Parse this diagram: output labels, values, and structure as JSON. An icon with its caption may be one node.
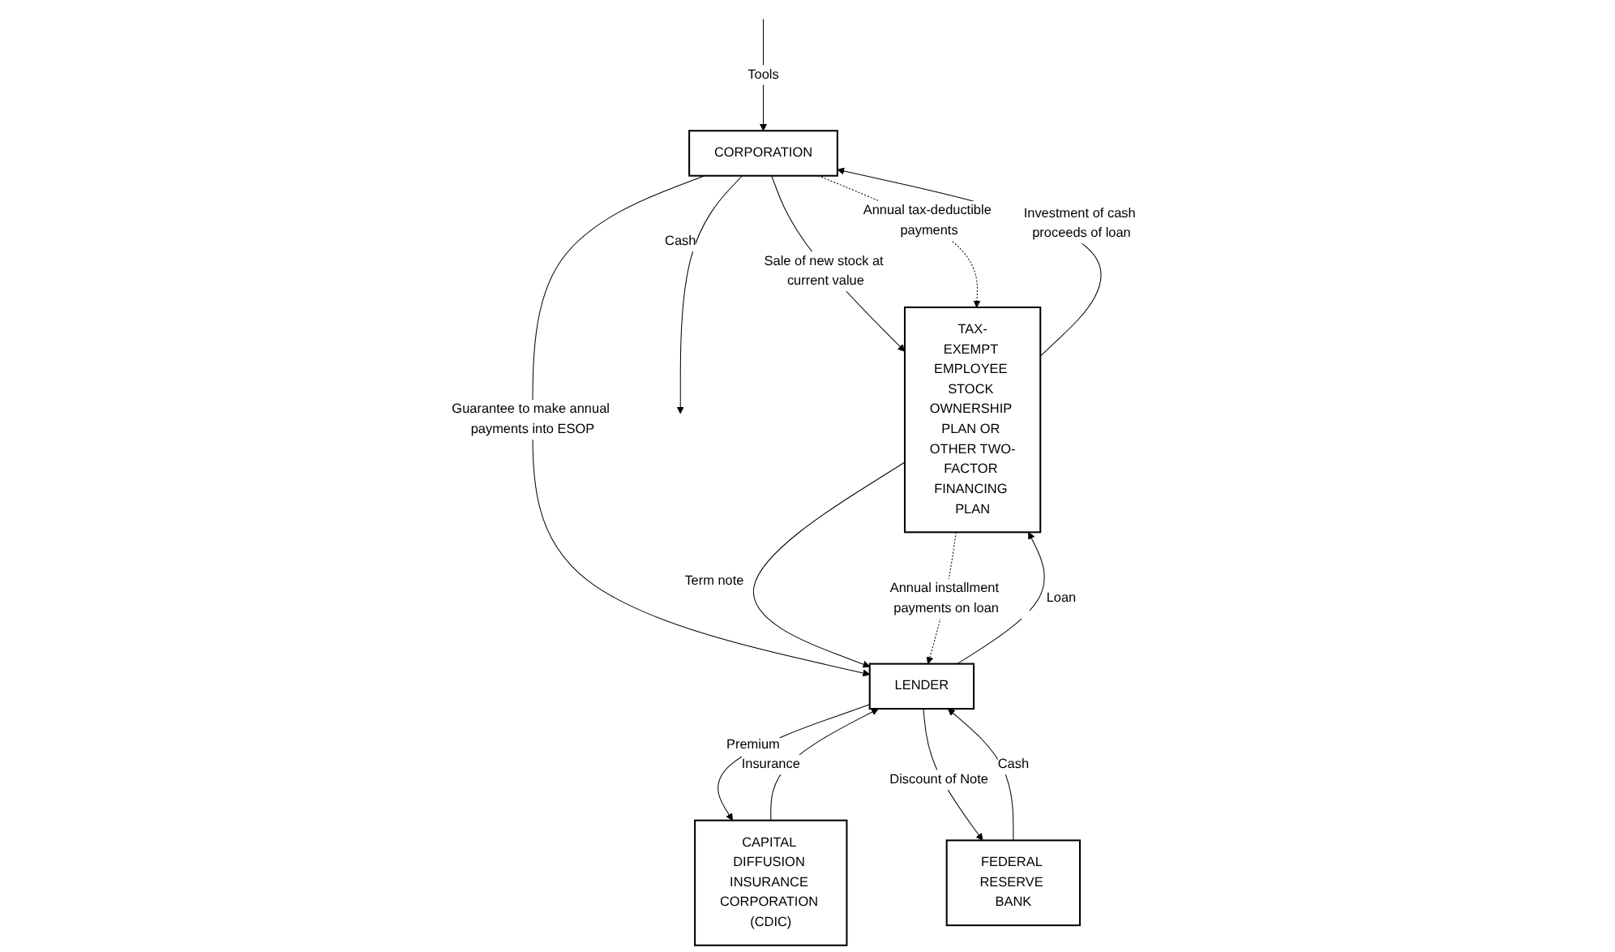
{
  "diagram": {
    "nodes": [
      {
        "text": [
          "CORPORATION"
        ]
      },
      {
        "text": [
          "LENDER"
        ]
      },
      {
        "text": [
          "CAPITAL DIFFUSION INSURANCE CORPORATION (CDIC)"
        ]
      },
      {
        "text": [
          "TAX-EXEMPT EMPLOYEE STOCK OWNERSHIP PLAN OR OTHER TWO-FACTOR FINANCING PLAN"
        ]
      },
      {
        "text": [
          "FEDERAL RESERVE BANK"
        ]
      }
    ],
    "edges": [
      {
        "from": 0,
        "to": null,
        "arrow": "to",
        "label": "Cash"
      },
      {
        "from": null,
        "to": 0,
        "arrow": "to",
        "label": "Tools"
      },
      {
        "from": 0,
        "to": 3,
        "arrow": "to",
        "label": "Sale of new stock at current value"
      },
      {
        "from": 0,
        "to": 3,
        "arrow": "to",
        "label": "Annual tax-deductible payments",
        "style": "dashed"
      },
      {
        "from": 3,
        "to": 0,
        "arrow": "to",
        "label": "Investment of cash proceeds of loan"
      },
      {
        "from": 0,
        "to": 1,
        "arrow": "to",
        "label": "Guarantee to make annual payments into ESOP"
      },
      {
        "from": 2,
        "to": 1,
        "arrow": "to",
        "label": "Insurance"
      },
      {
        "from": 1,
        "to": 2,
        "arrow": "to",
        "label": "Premium"
      },
      {
        "from": 3,
        "to": 1,
        "arrow": "to",
        "label": "Term note"
      },
      {
        "from": 3,
        "to": 1,
        "arrow": "to",
        "label": "Annual installment payments on loan",
        "style": "dashed"
      },
      {
        "from": 1,
        "to": 3,
        "arrow": "to",
        "label": "Loan"
      },
      {
        "from": 4,
        "to": 1,
        "arrow": "to",
        "label": "Cash"
      },
      {
        "from": 1,
        "to": 4,
        "arrow": "to",
        "label": "Discount of Note"
      }
    ]
  }
}
